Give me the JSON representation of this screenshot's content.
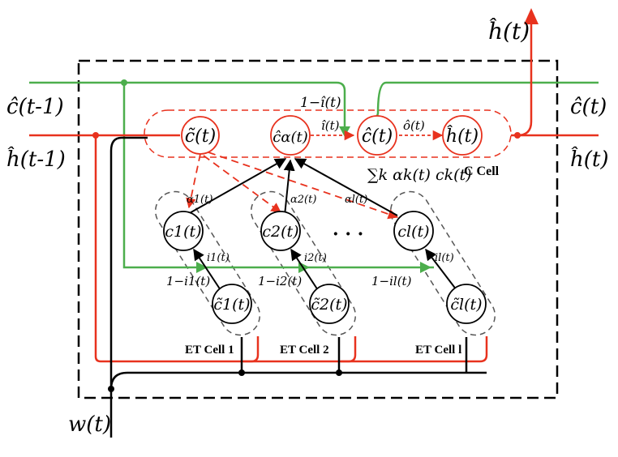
{
  "labels": {
    "c_prev": "ĉ(t-1)",
    "h_prev": "ĥ(t-1)",
    "c_out": "ĉ(t)",
    "h_out_right": "ĥ(t)",
    "h_out_top": "ĥ(t)",
    "w_in": "w(t)",
    "one_minus_i_hat": "1−î(t)",
    "i_hat": "î(t)",
    "o_hat": "ô(t)",
    "sum_formula": "∑k αk(t) ck(t)",
    "c_cell": "C Cell",
    "ellipsis": "· · ·"
  },
  "nodes": {
    "c_tilde_top": "c̃(t)",
    "c_alpha": "ĉα(t)",
    "c_hat": "ĉ(t)",
    "h_hat": "ĥ(t)",
    "c1": "c1(t)",
    "c2": "c2(t)",
    "cl": "cl(t)",
    "c1_tilde": "c̃1(t)",
    "c2_tilde": "c̃2(t)",
    "cl_tilde": "c̃l(t)"
  },
  "et_cells": [
    {
      "label": "ET Cell 1",
      "alpha": "α1(t)",
      "i": "i1(t)",
      "one_minus_i": "1−i1(t)"
    },
    {
      "label": "ET Cell 2",
      "alpha": "α2(t)",
      "i": "i2(t)",
      "one_minus_i": "1−i2(t)"
    },
    {
      "label": "ET Cell l",
      "alpha": "αl(t)",
      "i": "il(t)",
      "one_minus_i": "1−il(t)"
    }
  ],
  "colors": {
    "red": "#e8321e",
    "green": "#4cae4c",
    "black": "#000000",
    "gray": "#555555"
  }
}
